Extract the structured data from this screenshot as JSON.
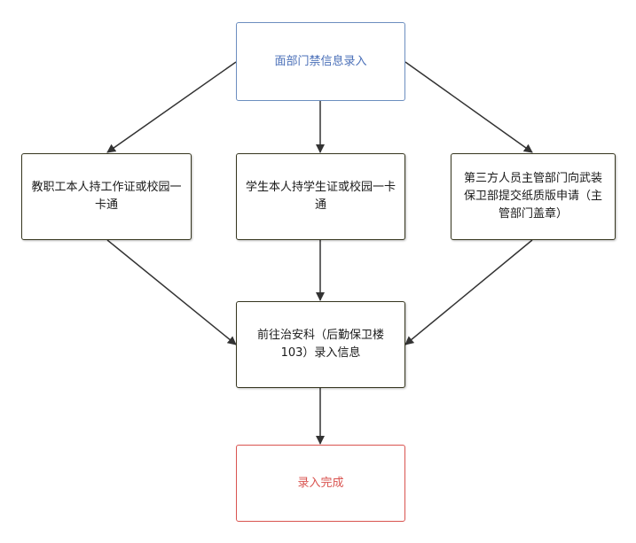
{
  "nodes": {
    "top": "面部门禁信息录入",
    "left": "教职工本人持工作证或校园一卡通",
    "mid": "学生本人持学生证或校园一卡通",
    "right": "第三方人员主管部门向武装保卫部提交纸质版申请（主管部门盖章）",
    "center": "前往治安科（后勤保卫楼103）录入信息",
    "bottom": "录入完成"
  },
  "colors": {
    "top_border": "#6c8ebf",
    "top_text": "#4a6fb8",
    "bottom_border": "#d9534f",
    "bottom_text": "#d9534f",
    "node_border": "#36361f",
    "arrow": "#333333"
  }
}
